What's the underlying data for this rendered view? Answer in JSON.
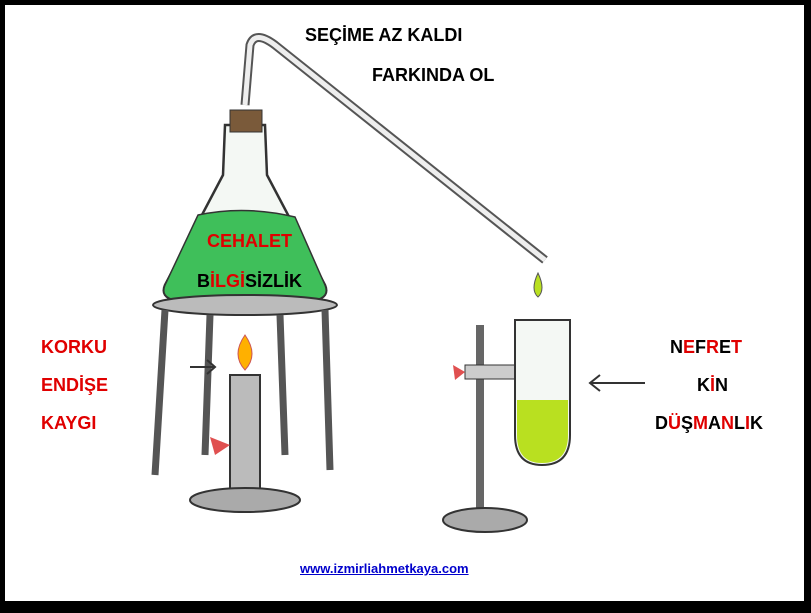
{
  "title_line1": "SEÇİME AZ KALDI",
  "title_line2": "FARKINDA  OL",
  "flask_labels": {
    "line1": [
      {
        "text": "CEHALET",
        "color": "red"
      }
    ],
    "line2": [
      {
        "text": "B",
        "color": "black"
      },
      {
        "text": "İLGİ",
        "color": "red"
      },
      {
        "text": "SİZLİK",
        "color": "black"
      }
    ]
  },
  "left_labels": [
    "KORKU",
    "ENDİŞE",
    "KAYGI"
  ],
  "right_labels": {
    "line1": [
      {
        "text": "N",
        "color": "black"
      },
      {
        "text": "E",
        "color": "red"
      },
      {
        "text": "F",
        "color": "black"
      },
      {
        "text": "R",
        "color": "red"
      },
      {
        "text": "E",
        "color": "black"
      },
      {
        "text": "T",
        "color": "red"
      }
    ],
    "line2": [
      {
        "text": "K",
        "color": "black"
      },
      {
        "text": "İ",
        "color": "red"
      },
      {
        "text": "N",
        "color": "black"
      }
    ],
    "line3": [
      {
        "text": "D",
        "color": "black"
      },
      {
        "text": "Ü",
        "color": "red"
      },
      {
        "text": "Ş",
        "color": "black"
      },
      {
        "text": "M",
        "color": "red"
      },
      {
        "text": "A",
        "color": "black"
      },
      {
        "text": "N",
        "color": "red"
      },
      {
        "text": "L",
        "color": "black"
      },
      {
        "text": "I",
        "color": "red"
      },
      {
        "text": "K",
        "color": "black"
      }
    ]
  },
  "website": "www.izmirliahmetkaya.com",
  "colors": {
    "red": "#e00000",
    "liquid_green": "#3fbf5a",
    "tube_liquid": "#b9e020"
  }
}
